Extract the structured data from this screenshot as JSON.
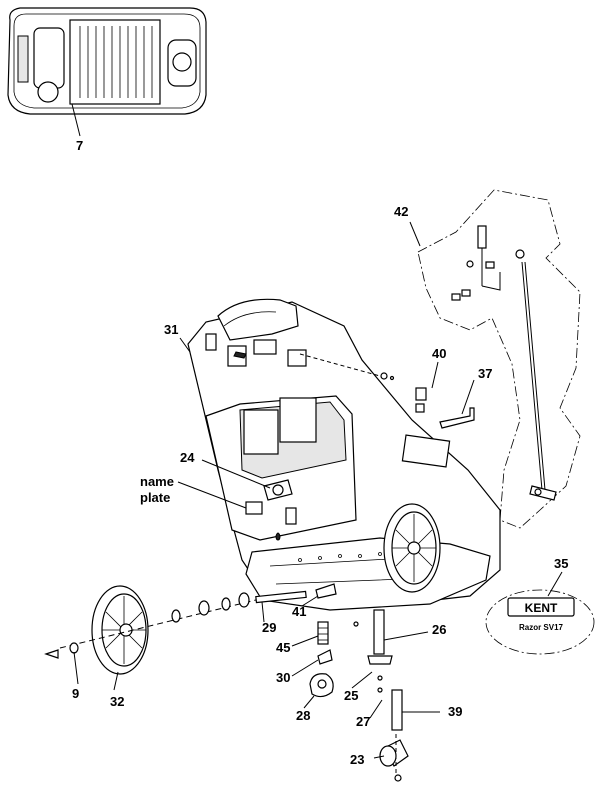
{
  "callouts": {
    "c7": "7",
    "c42": "42",
    "c31": "31",
    "c40": "40",
    "c37": "37",
    "c24": "24",
    "c_name_plate_1": "name",
    "c_name_plate_2": "plate",
    "c35": "35",
    "c41": "41",
    "c29": "29",
    "c26": "26",
    "c45": "45",
    "c30": "30",
    "c25": "25",
    "c28": "28",
    "c27": "27",
    "c39": "39",
    "c9": "9",
    "c32": "32",
    "c23": "23"
  },
  "badge": {
    "brand": "KENT",
    "model": "Razor SV17"
  }
}
